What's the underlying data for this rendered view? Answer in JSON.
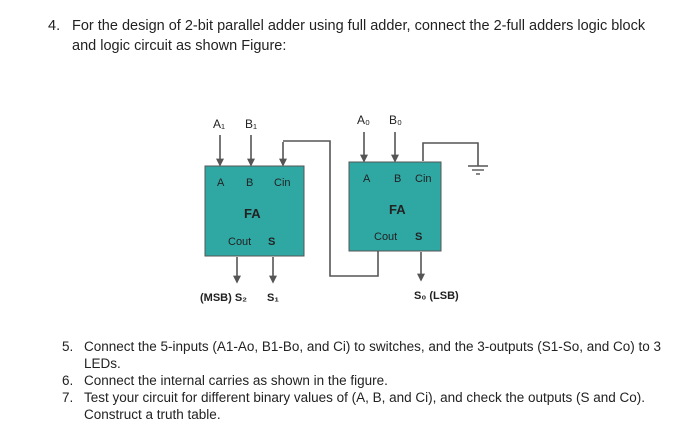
{
  "question": {
    "number": "4.",
    "text": "For the design of 2-bit parallel adder using full adder, connect the 2-full adders logic block and logic circuit as shown Figure:"
  },
  "figure": {
    "left_adder": {
      "input_a_label": "A₁",
      "input_b_label": "B₁",
      "pin_a": "A",
      "pin_b": "B",
      "pin_cin": "Cin",
      "title": "FA",
      "pin_cout": "Cout",
      "pin_s": "S",
      "output_note": "(MSB) S₂",
      "output_s": "S₁"
    },
    "right_adder": {
      "input_a_label": "A₀",
      "input_b_label": "B₀",
      "pin_a": "A",
      "pin_b": "B",
      "pin_cin": "Cin",
      "title": "FA",
      "pin_cout": "Cout",
      "pin_s": "S",
      "output_s": "S₀ (LSB)"
    },
    "colors": {
      "block_fill": "#2fa8a4",
      "block_text": "#10302f",
      "wire": "#555555"
    }
  },
  "steps": [
    {
      "number": "5.",
      "text": "Connect the 5-inputs (A1-Ao, B1-Bo, and Ci) to switches, and the 3-outputs (S1-So, and Co) to 3 LEDs."
    },
    {
      "number": "6.",
      "text": "Connect the internal carries as shown in the figure."
    },
    {
      "number": "7.",
      "text": "Test your circuit for different binary values of (A, B, and Ci), and check the outputs (S and Co). Construct a truth table."
    }
  ]
}
